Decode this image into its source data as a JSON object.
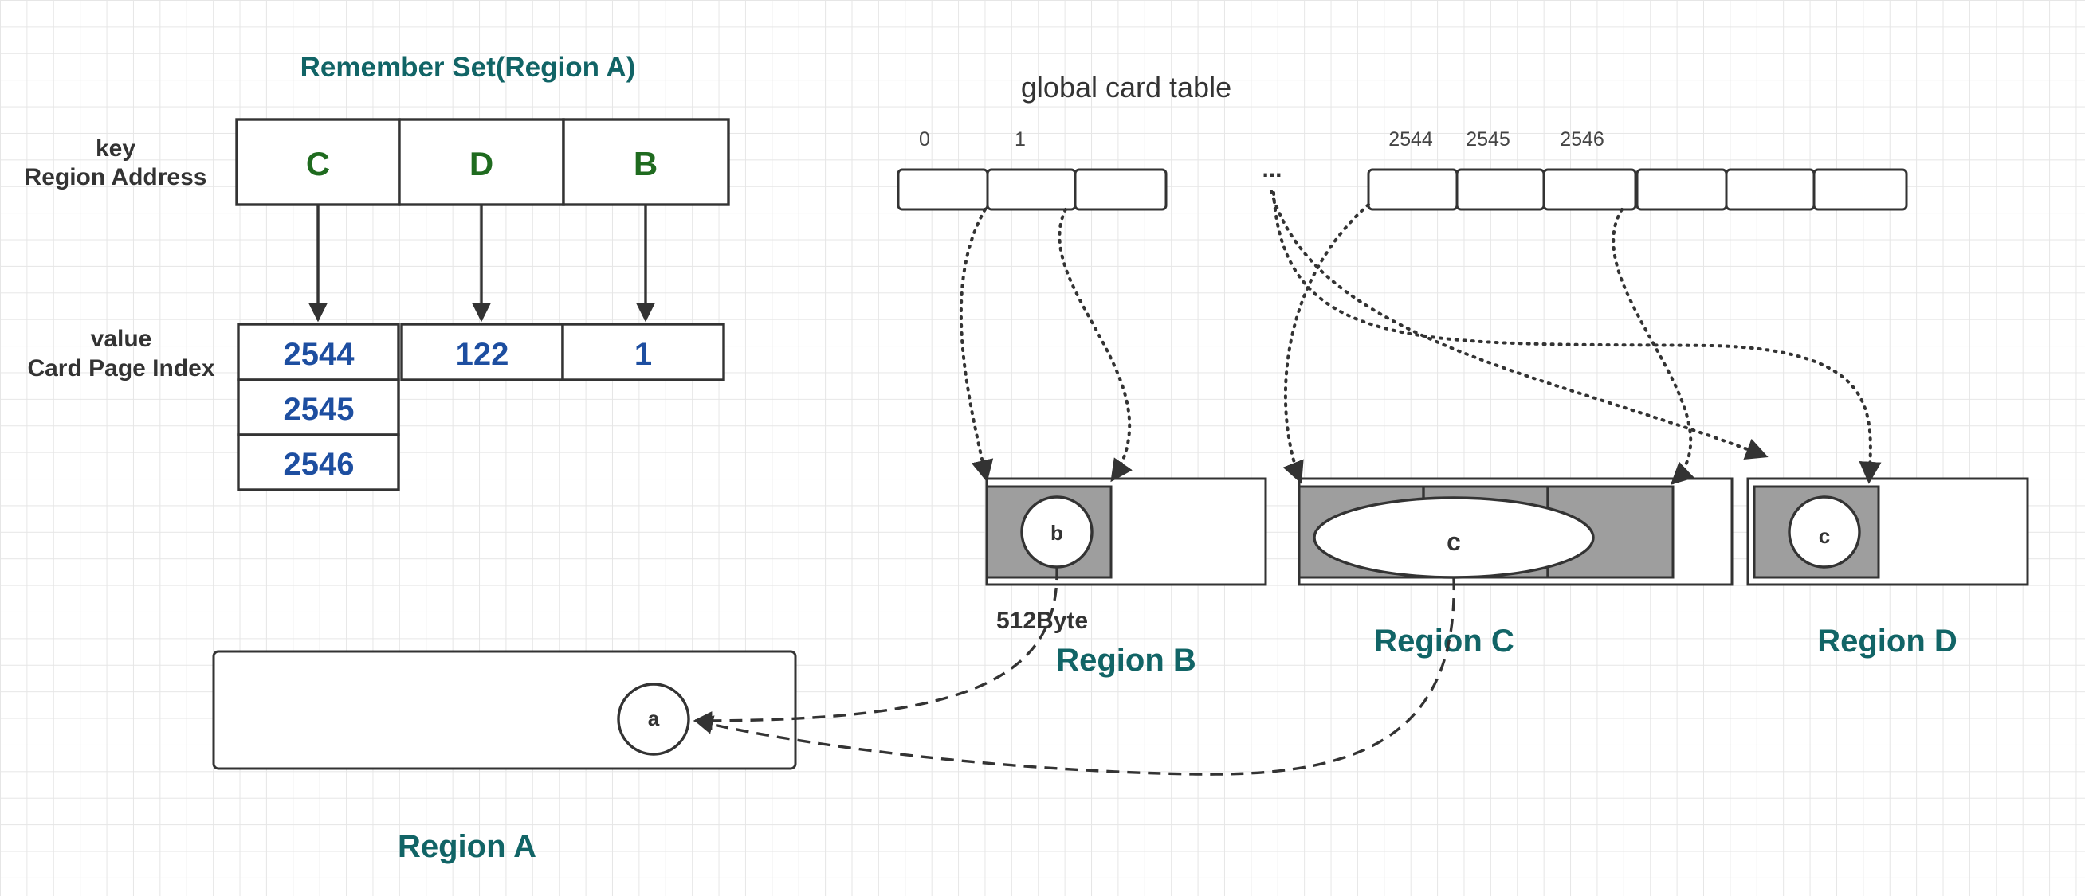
{
  "remember_set": {
    "title": "Remember Set(Region A)",
    "key_label": "key",
    "key_sublabel": "Region Address",
    "keys": [
      "C",
      "D",
      "B"
    ],
    "value_label": "value",
    "value_sublabel": "Card Page Index",
    "values": {
      "col_c": [
        "2544",
        "2545",
        "2546"
      ],
      "col_d": [
        "122"
      ],
      "col_b": [
        "1"
      ]
    }
  },
  "card_table": {
    "title": "global card table",
    "index_labels": [
      "0",
      "1",
      "2544",
      "2545",
      "2546"
    ],
    "ellipsis": "...",
    "card_size_label": "512Byte"
  },
  "regions": {
    "a": {
      "label": "Region A",
      "object": "a"
    },
    "b": {
      "label": "Region B",
      "object": "b"
    },
    "c": {
      "label": "Region C",
      "object": "c"
    },
    "d": {
      "label": "Region D",
      "object": "c"
    }
  },
  "colors": {
    "title_teal": "#116466",
    "key_green": "#1f6b1f",
    "value_blue": "#1d4ea0",
    "card_gray": "#9e9e9e",
    "stroke": "#333333",
    "grid": "#e6e6e6"
  }
}
